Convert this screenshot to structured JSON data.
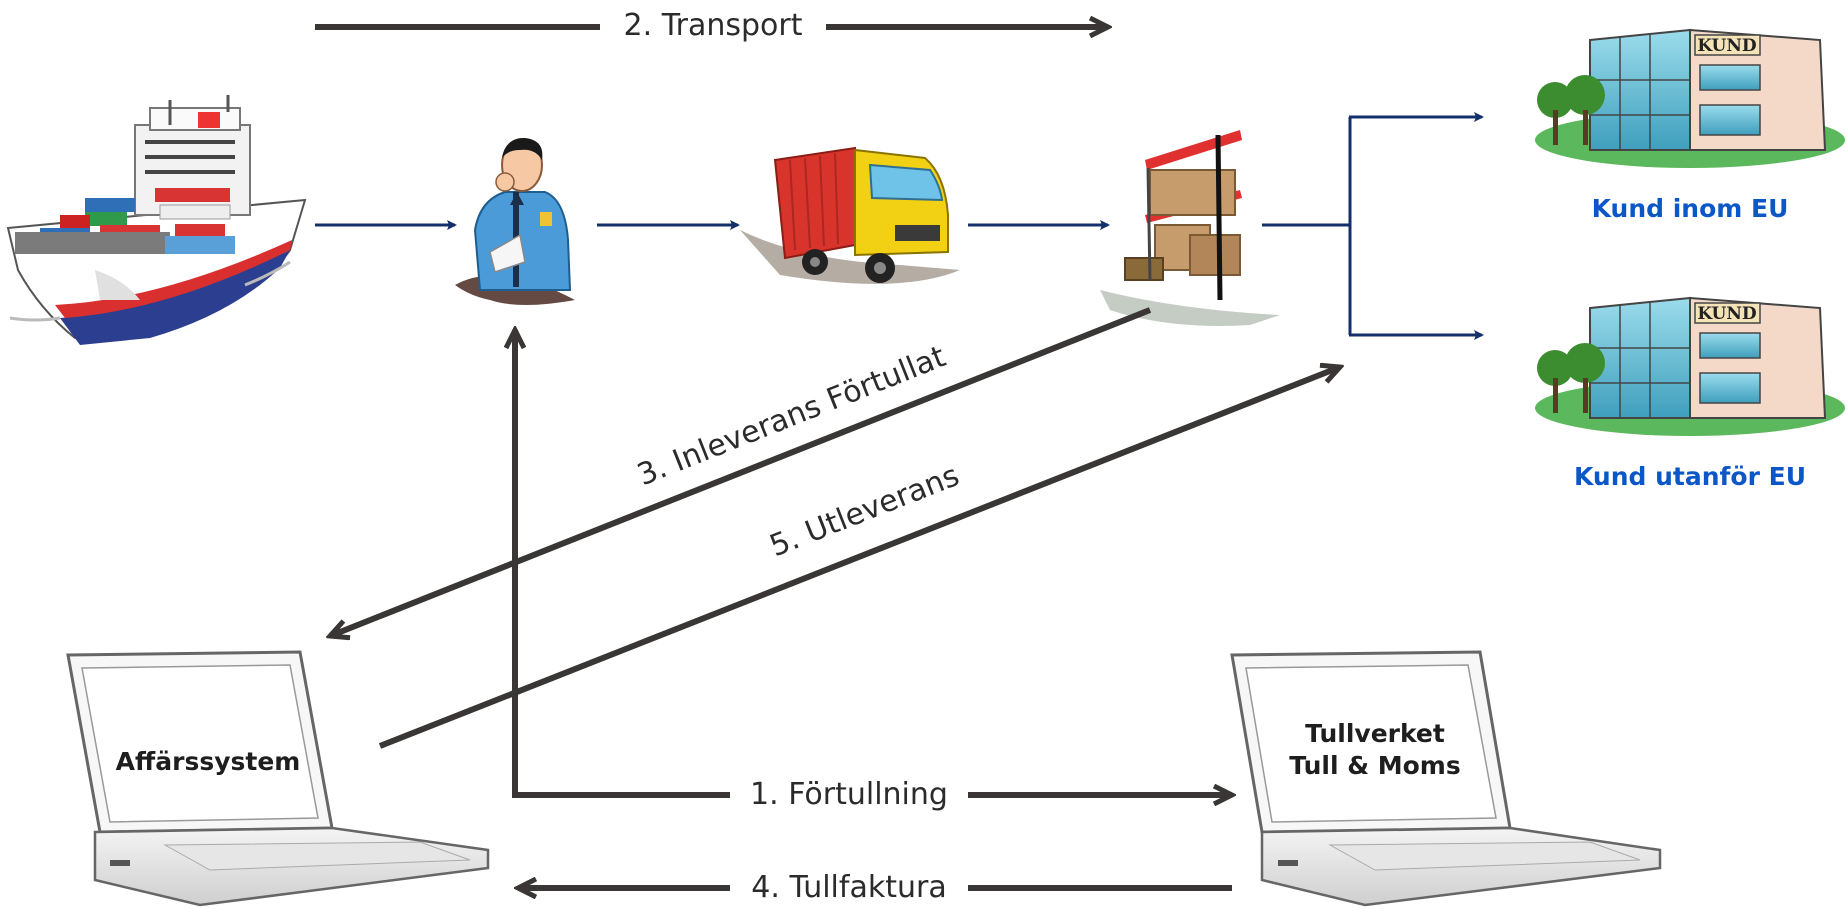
{
  "flow": {
    "transport": "2. Transport",
    "inleverans": "3. Inleverans Förtullat",
    "utleverans": "5. Utleverans",
    "fortullning": "1. Förtullning",
    "tullfaktura": "4. Tullfaktura"
  },
  "laptops": {
    "left_title": "Affärssystem",
    "right_line1": "Tullverket",
    "right_line2": "Tull & Moms"
  },
  "customers": {
    "inside_eu": "Kund inom EU",
    "outside_eu": "Kund utanför EU",
    "sign": "KUND"
  },
  "colors": {
    "navy_arrow": "#14306b",
    "dark_arrow": "#3a3636",
    "customer_label": "#0b57c7"
  },
  "icons": [
    "cargo-ship-icon",
    "customs-officer-icon",
    "truck-icon",
    "warehouse-icon",
    "customer-building-icon",
    "laptop-icon"
  ]
}
